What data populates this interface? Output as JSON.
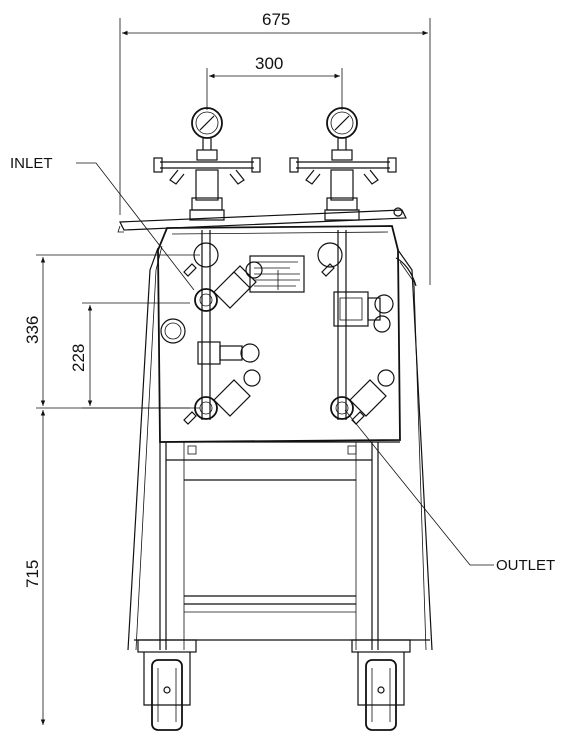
{
  "dimensions": {
    "overall_width": "675",
    "gauge_spacing": "300",
    "valve_upper_span": "336",
    "valve_spacing": "228",
    "leg_height": "715"
  },
  "callouts": {
    "inlet": "INLET",
    "outlet": "OUTLET"
  },
  "colors": {
    "line": "#111111",
    "background": "#ffffff"
  }
}
